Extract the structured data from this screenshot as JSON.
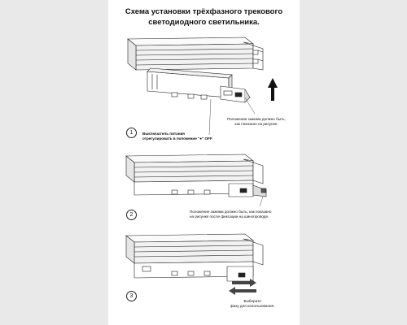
{
  "title": {
    "line1": "Схема установки трёхфазного трекового",
    "line2": "светодиодного светильника."
  },
  "steps": [
    {
      "number": "1",
      "note_lock": [
        "Положение зажима должно быть,",
        "как показано на рисунке."
      ],
      "note_switch": [
        "Выключатель питания",
        "отрегулировать в положение \"●\" OFF"
      ]
    },
    {
      "number": "2",
      "note_lock": [
        "Положение зажима должно быть, как показано",
        "на рисунке после фиксации на шинопроводе."
      ]
    },
    {
      "number": "3",
      "note_phase": [
        "Выберите",
        "фазу для использования."
      ]
    }
  ],
  "colors": {
    "line": "#222222",
    "track_fill": "#f2f2f2",
    "body_fill": "#ffffff",
    "hatch": "#555555",
    "arrow_dark": "#111111"
  }
}
